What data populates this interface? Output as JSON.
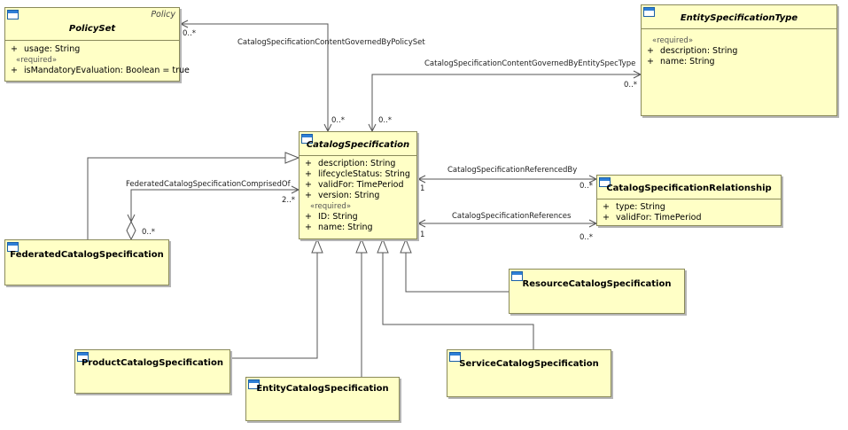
{
  "classes": {
    "policy_set": {
      "name": "PolicySet",
      "stereotype": "Policy",
      "attrs": [
        {
          "vis": "+",
          "text": "usage: String"
        }
      ],
      "required_label": "«required»",
      "required_attrs": [
        {
          "vis": "+",
          "text": "isMandatoryEvaluation: Boolean = true"
        }
      ]
    },
    "entity_spec_type": {
      "name": "EntitySpecificationType",
      "required_label": "«required»",
      "required_attrs": [
        {
          "vis": "+",
          "text": "description: String"
        },
        {
          "vis": "+",
          "text": "name: String"
        }
      ]
    },
    "catalog_spec": {
      "name": "CatalogSpecification",
      "attrs": [
        {
          "vis": "+",
          "text": "description: String"
        },
        {
          "vis": "+",
          "text": "lifecycleStatus: String"
        },
        {
          "vis": "+",
          "text": "validFor: TimePeriod"
        },
        {
          "vis": "+",
          "text": "version: String"
        }
      ],
      "required_label": "«required»",
      "required_attrs": [
        {
          "vis": "+",
          "text": "ID: String"
        },
        {
          "vis": "+",
          "text": "name: String"
        }
      ]
    },
    "catalog_spec_rel": {
      "name": "CatalogSpecificationRelationship",
      "attrs": [
        {
          "vis": "+",
          "text": "type: String"
        },
        {
          "vis": "+",
          "text": "validFor: TimePeriod"
        }
      ]
    },
    "federated": {
      "name": "FederatedCatalogSpecification"
    },
    "resource": {
      "name": "ResourceCatalogSpecification"
    },
    "product": {
      "name": "ProductCatalogSpecification"
    },
    "entity_cat": {
      "name": "EntityCatalogSpecification"
    },
    "service": {
      "name": "ServiceCatalogSpecification"
    }
  },
  "associations": {
    "governed_by_policy": {
      "label": "CatalogSpecificationContentGovernedByPolicySet",
      "mult_policy": "0..*",
      "mult_catalog": "0..*"
    },
    "governed_by_entity": {
      "label": "CatalogSpecificationContentGovernedByEntitySpecType",
      "mult_entity": "0..*",
      "mult_catalog": "0..*"
    },
    "referenced_by": {
      "label": "CatalogSpecificationReferencedBy",
      "mult_catalog": "1",
      "mult_rel": "0..*"
    },
    "references": {
      "label": "CatalogSpecificationReferences",
      "mult_catalog": "1",
      "mult_rel": "0..*"
    },
    "comprised_of": {
      "label": "FederatedCatalogSpecificationComprisedOf",
      "mult_catalog": "2..*",
      "mult_federated": "0..*"
    }
  }
}
